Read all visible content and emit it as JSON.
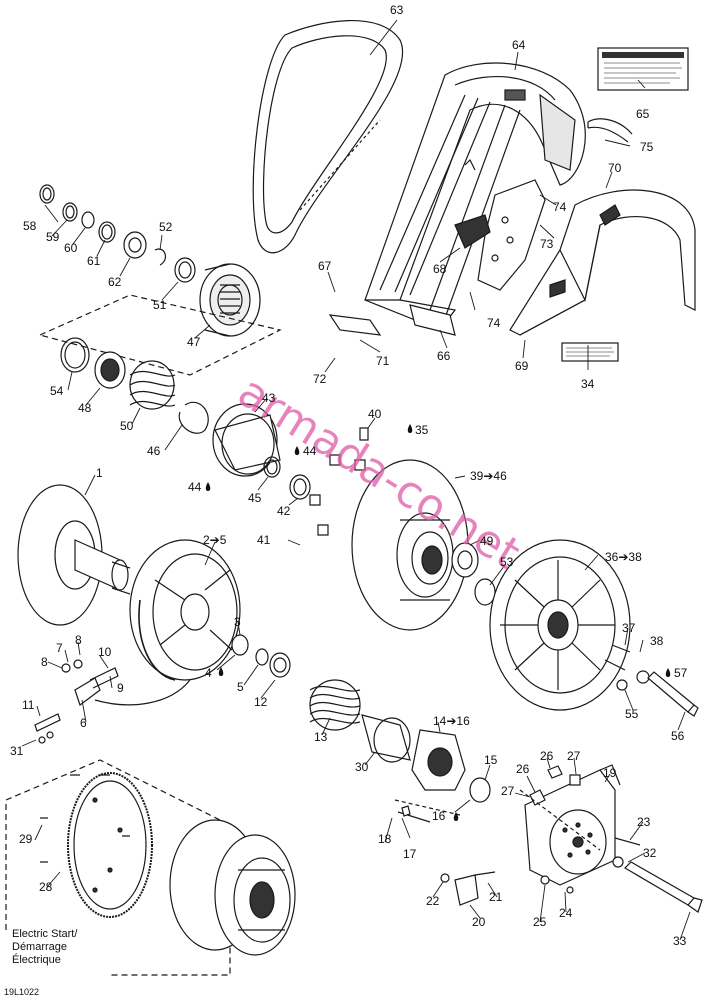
{
  "diagram": {
    "reference_code": "19L1022",
    "watermark": "armada-co.net",
    "electric_start_caption": [
      "Electric Start/",
      "Démarrage",
      "Électrique"
    ],
    "part_labels": {
      "p1": "1",
      "p2to5": "2➔5",
      "p3": "3",
      "p4a": "4",
      "p5": "5",
      "p6": "6",
      "p7": "7",
      "p8a": "8",
      "p8b": "8",
      "p9": "9",
      "p10": "10",
      "p11": "11",
      "p12": "12",
      "p13": "13",
      "p14to16": "14➔16",
      "p15": "15",
      "p16": "16",
      "p17": "17",
      "p18": "18",
      "p19": "19",
      "p20": "20",
      "p21": "21",
      "p22": "22",
      "p23": "23",
      "p24": "24",
      "p25": "25",
      "p26a": "26",
      "p26b": "26",
      "p27a": "27",
      "p27b": "27",
      "p28": "28",
      "p29": "29",
      "p30": "30",
      "p31": "31",
      "p32": "32",
      "p33": "33",
      "p34": "34",
      "p35": "35",
      "p36to38": "36➔38",
      "p37": "37",
      "p38": "38",
      "p39to46": "39➔46",
      "p40": "40",
      "p41": "41",
      "p42": "42",
      "p43": "43",
      "p44a": "44",
      "p44b": "44",
      "p45": "45",
      "p46": "46",
      "p47": "47",
      "p48": "48",
      "p49": "49",
      "p50": "50",
      "p51": "51",
      "p52": "52",
      "p53": "53",
      "p54": "54",
      "p55": "55",
      "p56": "56",
      "p57": "57",
      "p58": "58",
      "p59": "59",
      "p60": "60",
      "p61": "61",
      "p62": "62",
      "p63": "63",
      "p64": "64",
      "p65": "65",
      "p66": "66",
      "p67": "67",
      "p68": "68",
      "p69": "69",
      "p70": "70",
      "p71": "71",
      "p72": "72",
      "p73": "73",
      "p74a": "74",
      "p74b": "74",
      "p75": "75"
    }
  },
  "colors": {
    "line": "#1a1a1a",
    "fill": "#ffffff",
    "shade": "#d8d8d8",
    "dark": "#555555",
    "watermark": "#e05aa6"
  }
}
